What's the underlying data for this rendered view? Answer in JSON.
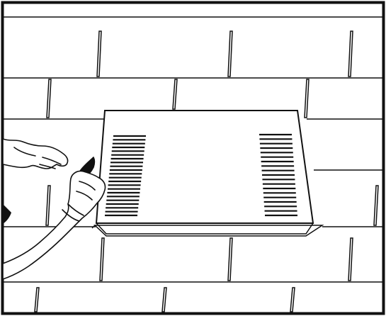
{
  "illustration": {
    "subject": "roof-vent-installation",
    "colors": {
      "line": "#111111",
      "background": "#ffffff",
      "fill": "#ffffff"
    },
    "vent_slot_count_left": 22,
    "vent_slot_count_right": 19
  }
}
